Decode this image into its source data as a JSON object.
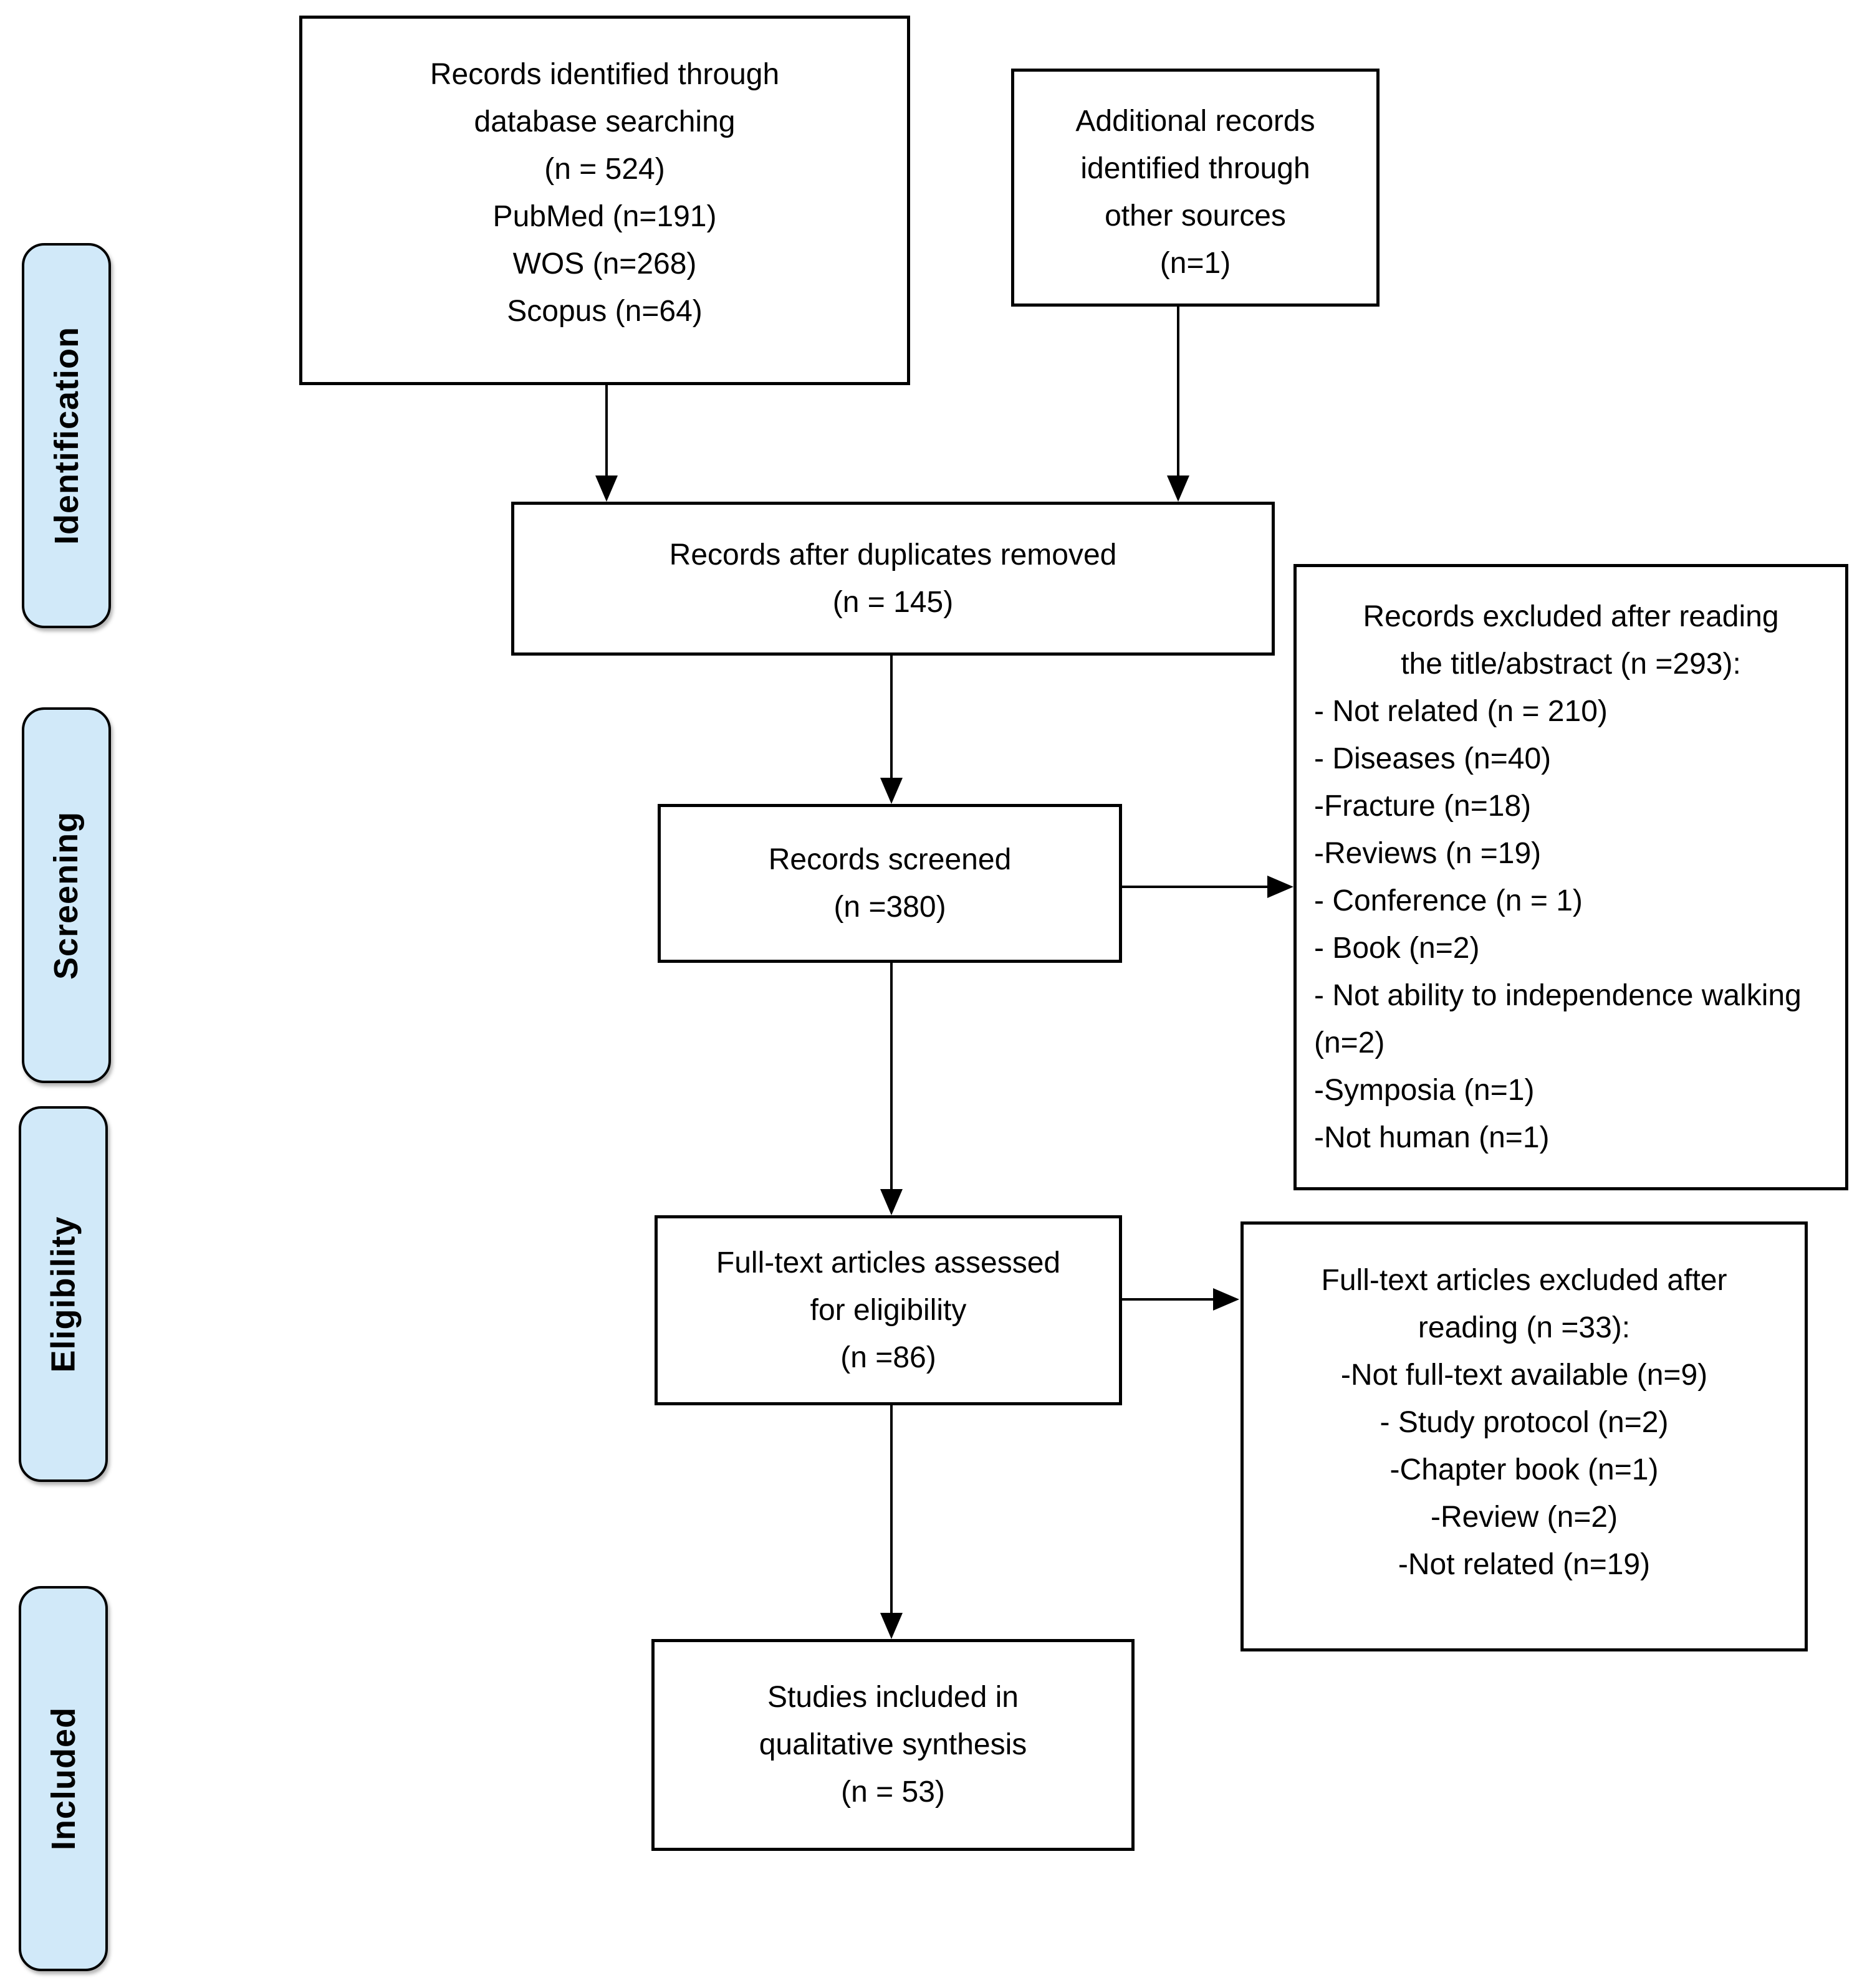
{
  "palette": {
    "stage_fill": "#d1e9f9",
    "stage_border": "#000000",
    "box_border": "#000000",
    "box_fill": "#ffffff",
    "text": "#000000",
    "background": "#ffffff"
  },
  "stages": [
    {
      "label": "Identification"
    },
    {
      "label": "Screening"
    },
    {
      "label": "Eligibility"
    },
    {
      "label": "Included"
    }
  ],
  "boxes": {
    "db_search": {
      "lines": [
        "Records identified through",
        "database searching",
        "(n = 524)",
        "PubMed (n=191)",
        "WOS (n=268)",
        "Scopus (n=64)"
      ]
    },
    "other_sources": {
      "lines": [
        "Additional records",
        "identified through",
        "other sources",
        "(n=1)"
      ]
    },
    "duplicates_removed": {
      "lines": [
        "Records after duplicates removed",
        "(n = 145)"
      ]
    },
    "records_screened": {
      "lines": [
        "Records screened",
        "(n =380)"
      ]
    },
    "excluded_title_abstract": {
      "heading": [
        "Records excluded after reading",
        "the title/abstract (n =293):"
      ],
      "items": [
        "- Not related (n = 210)",
        "- Diseases (n=40)",
        "-Fracture (n=18)",
        "-Reviews (n =19)",
        "- Conference (n = 1)",
        "- Book (n=2)",
        "- Not ability to independence walking (n=2)",
        "-Symposia (n=1)",
        "-Not human (n=1)"
      ]
    },
    "fulltext_assessed": {
      "lines": [
        "Full-text articles assessed",
        "for eligibility",
        "(n =86)"
      ]
    },
    "fulltext_excluded": {
      "lines": [
        "Full-text articles excluded after",
        "reading (n =33):",
        "-Not full-text available (n=9)",
        "- Study protocol (n=2)",
        "-Chapter book (n=1)",
        "-Review (n=2)",
        "-Not related (n=19)"
      ]
    },
    "included_synthesis": {
      "lines": [
        "Studies included in",
        "qualitative synthesis",
        "(n = 53)"
      ]
    }
  }
}
